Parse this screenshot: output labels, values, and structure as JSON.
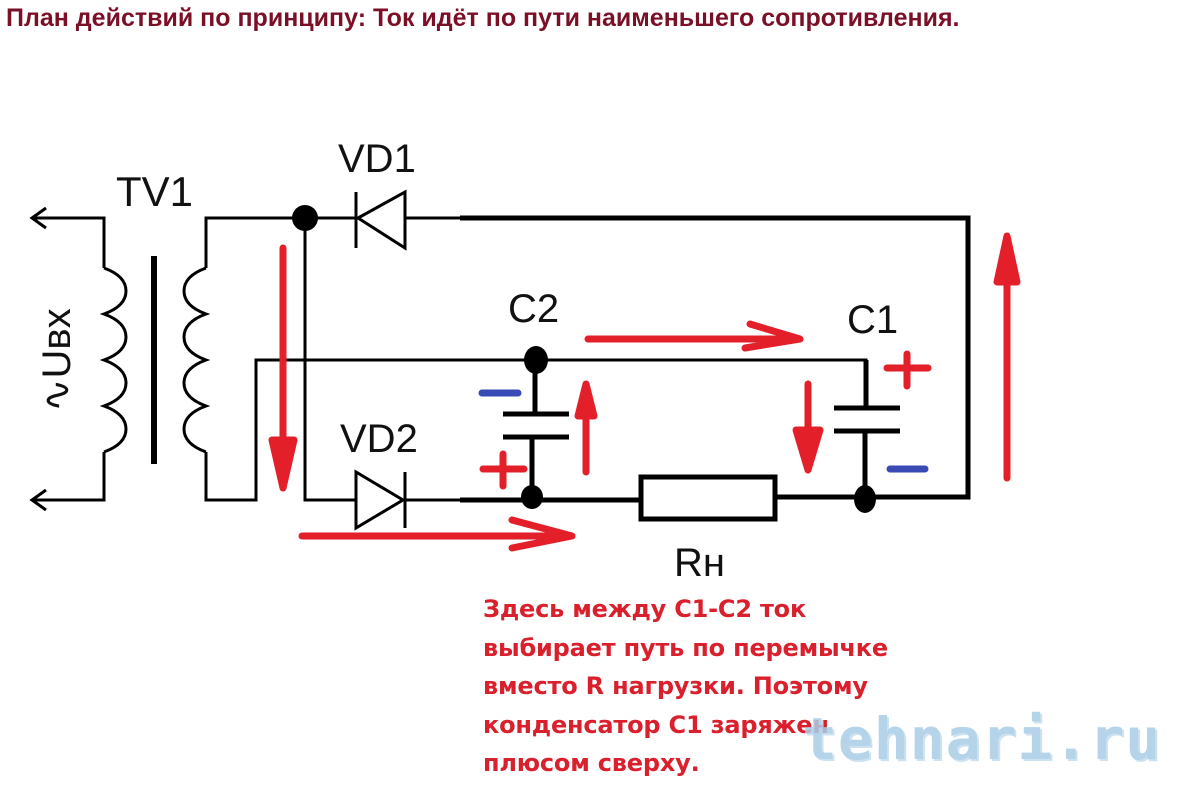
{
  "title": "План действий по принципу: Ток идёт по пути наименьшего сопротивления.",
  "labels": {
    "transformer": "TV1",
    "input_voltage": "∿Uвх",
    "diode1": "VD1",
    "diode2": "VD2",
    "cap2": "C2",
    "cap1": "C1",
    "load_resistor": "Rн"
  },
  "polarity": {
    "c2_top": "−",
    "c2_bottom": "+",
    "c1_top": "+",
    "c1_bottom": "−"
  },
  "note_lines": [
    "Здесь между С1-С2 ток",
    "выбирает путь по перемычке",
    "вместо R нагрузки. Поэтому",
    "конденсатор С1 заряжен",
    "плюсом сверху."
  ],
  "watermark": "tehnari.ru",
  "colors": {
    "title": "#7a0f26",
    "current_arrow": "#e3202a",
    "plus_sign": "#e3202a",
    "minus_sign": "#3a4bb5",
    "wire": "#000000",
    "note": "#d9202c"
  }
}
